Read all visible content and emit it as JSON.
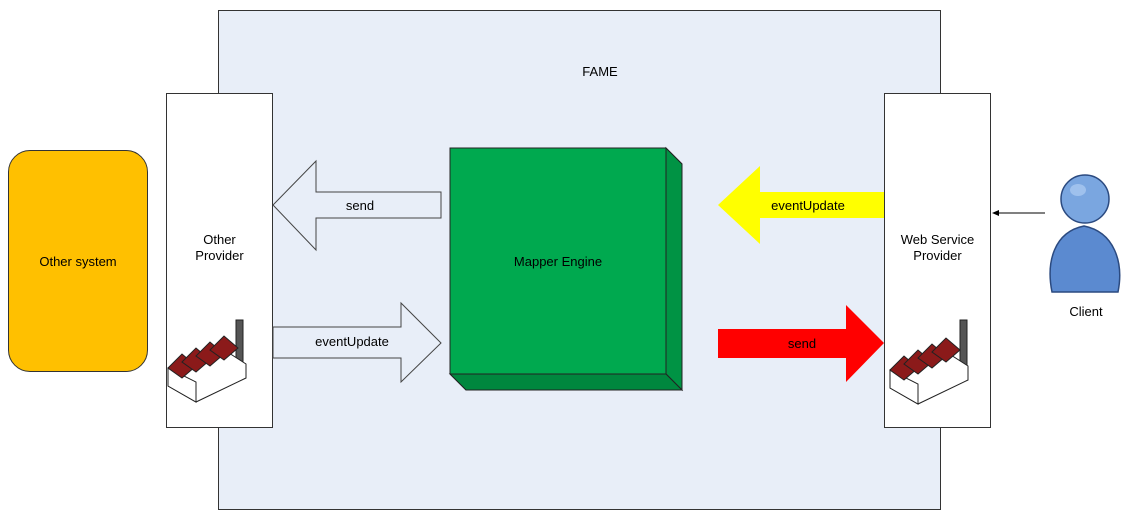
{
  "diagram": {
    "container_label": "FAME",
    "other_system_label": "Other system",
    "other_provider_label_line1": "Other",
    "other_provider_label_line2": "Provider",
    "mapper_label": "Mapper Engine",
    "ws_provider_label_line1": "Web Service",
    "ws_provider_label_line2": "Provider",
    "client_label": "Client",
    "arrows": {
      "left_send": "send",
      "left_event_update": "eventUpdate",
      "right_event_update": "eventUpdate",
      "right_send": "send"
    },
    "colors": {
      "container_fill": "#e8eef8",
      "other_system_fill": "#ffc000",
      "mapper_fill": "#00a94f",
      "yellow_arrow": "#ffff00",
      "red_arrow": "#ff0000",
      "factory_roof": "#8b1a1a",
      "client_fill": "#5b8ad0"
    }
  }
}
